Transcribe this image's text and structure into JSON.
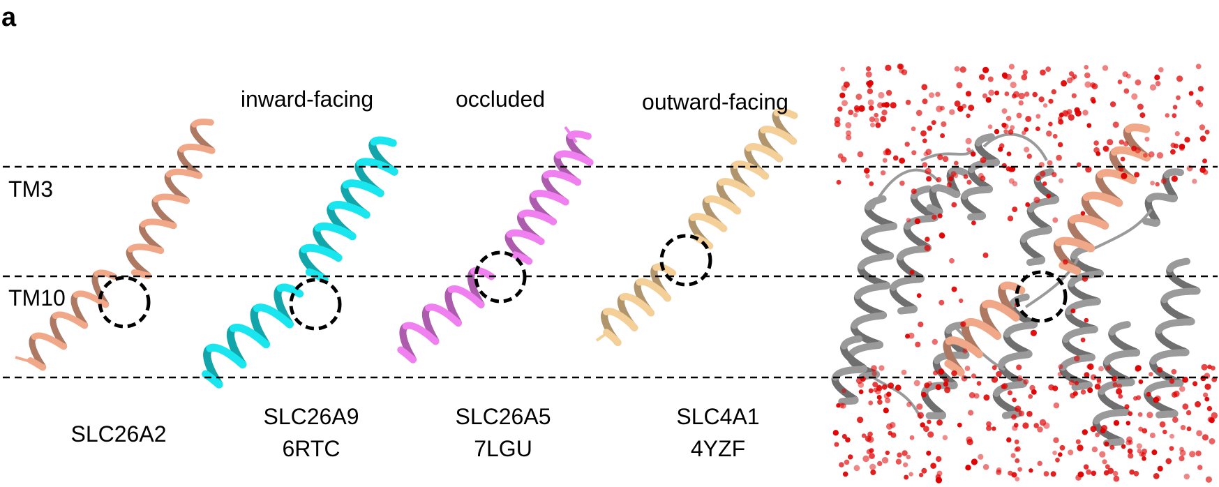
{
  "panel_label": "a",
  "level_labels": [
    "TM3",
    "TM10"
  ],
  "states": {
    "inward": "inward-facing",
    "occluded": "occluded",
    "outward": "outward-facing"
  },
  "structures": [
    {
      "name": "SLC26A2",
      "pdb": "",
      "color": "#f0a888"
    },
    {
      "name": "SLC26A9",
      "pdb": "6RTC",
      "color": "#19e6ee"
    },
    {
      "name": "SLC26A5",
      "pdb": "7LGU",
      "color": "#f080f0"
    },
    {
      "name": "SLC4A1",
      "pdb": "4YZF",
      "color": "#f5cf98"
    }
  ],
  "colors": {
    "membrane_protein": "#9a9a9a",
    "water": "#e00000",
    "circle": "#000000"
  }
}
